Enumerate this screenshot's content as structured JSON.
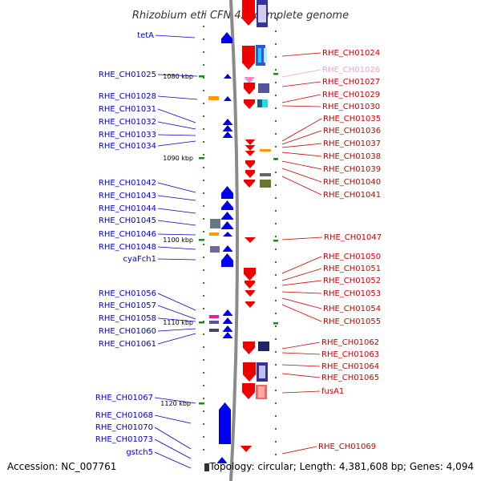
{
  "title": "Rhizobium etli CFN 42, complete genome",
  "accession": "Accession: NC_007761",
  "topology": "Topology: circular; Length: 4,381,608 bp; Genes: 4,094",
  "colors": {
    "backbone": "#8a8a8a",
    "left_label": "#0000cc",
    "right_label": "#cc0000",
    "highlight_label": "#f0a0d0",
    "tick": "#1a8a1a"
  },
  "kbp_labels": [
    "1080 kbp",
    "1090 kbp",
    "1100 kbp",
    "1110 kbp",
    "1120 kbp"
  ],
  "left_genes": [
    "tetA",
    "RHE_CH01025",
    "RHE_CH01028",
    "RHE_CH01031",
    "RHE_CH01032",
    "RHE_CH01033",
    "RHE_CH01034",
    "RHE_CH01042",
    "RHE_CH01043",
    "RHE_CH01044",
    "RHE_CH01045",
    "RHE_CH01046",
    "RHE_CH01048",
    "cyaFch1",
    "RHE_CH01056",
    "RHE_CH01057",
    "RHE_CH01058",
    "RHE_CH01060",
    "RHE_CH01061",
    "RHE_CH01067",
    "RHE_CH01068",
    "RHE_CH01070",
    "RHE_CH01073",
    "gstch5"
  ],
  "right_genes": [
    "RHE_CH01024",
    "RHE_CH01026",
    "RHE_CH01027",
    "RHE_CH01029",
    "RHE_CH01030",
    "RHE_CH01035",
    "RHE_CH01036",
    "RHE_CH01037",
    "RHE_CH01038",
    "RHE_CH01039",
    "RHE_CH01040",
    "RHE_CH01041",
    "RHE_CH01047",
    "RHE_CH01050",
    "RHE_CH01051",
    "RHE_CH01052",
    "RHE_CH01053",
    "RHE_CH01054",
    "RHE_CH01055",
    "RHE_CH01062",
    "RHE_CH01063",
    "RHE_CH01064",
    "RHE_CH01065",
    "fusA1",
    "RHE_CH01069"
  ],
  "highlighted_right_genes": [
    "RHE_CH01026"
  ]
}
